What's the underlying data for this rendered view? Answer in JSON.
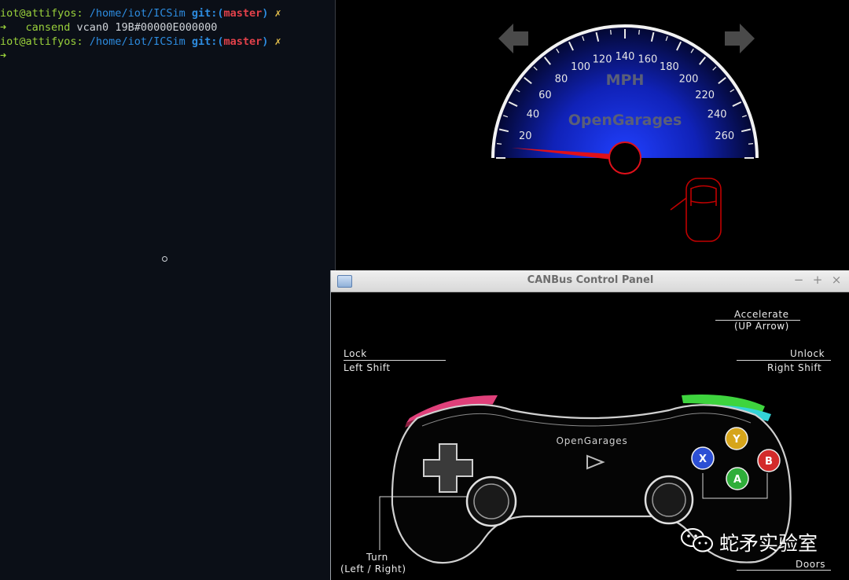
{
  "terminal": {
    "line1": {
      "user": "iot@attifyos:",
      "path": " /home/iot/ICSim",
      "git": " git:(",
      "branch": "master",
      "git_close": ")",
      "mark": " ✗"
    },
    "line2": {
      "arrow": "➜",
      "command": "   cansend",
      "args": " vcan0 19B#00000E000000"
    },
    "line3": {
      "user": "iot@attifyos:",
      "path": " /home/iot/ICSim",
      "git": " git:(",
      "branch": "master",
      "git_close": ")",
      "mark": " ✗"
    },
    "line4": {
      "arrow": "➜"
    }
  },
  "dashboard": {
    "unit": "MPH",
    "brand": "OpenGarages",
    "speed_ticks": [
      "20",
      "40",
      "60",
      "80",
      "100",
      "120",
      "140",
      "160",
      "180",
      "200",
      "220",
      "240",
      "260"
    ],
    "speed_value": 8,
    "colors": {
      "gauge_center": "#1f3cff",
      "needle": "#e0101a",
      "door_outline": "#c00000"
    }
  },
  "control_panel": {
    "title": "CANBus Control Panel",
    "buttons": {
      "minimize": "−",
      "maximize": "+",
      "close": "×"
    },
    "labels": {
      "accelerate": "Accelerate",
      "accelerate_key": "(UP Arrow)",
      "lock": "Lock",
      "lock_key": "Left Shift",
      "unlock": "Unlock",
      "unlock_key": "Right Shift",
      "turn": "Turn",
      "turn_key": "(Left / Right)",
      "doors": "Doors",
      "controller_brand": "OpenGarages"
    },
    "face_buttons": {
      "y": "Y",
      "x": "X",
      "b": "B",
      "a": "A"
    },
    "colors": {
      "lock": "#e0407a",
      "unlock": "#3ed43e",
      "accent_cyan": "#34d3d8",
      "y": "#d6a51b",
      "x": "#2c4fd4",
      "b": "#d32a2a",
      "a": "#2fae3a"
    }
  },
  "watermark": {
    "text": "蛇矛实验室"
  }
}
